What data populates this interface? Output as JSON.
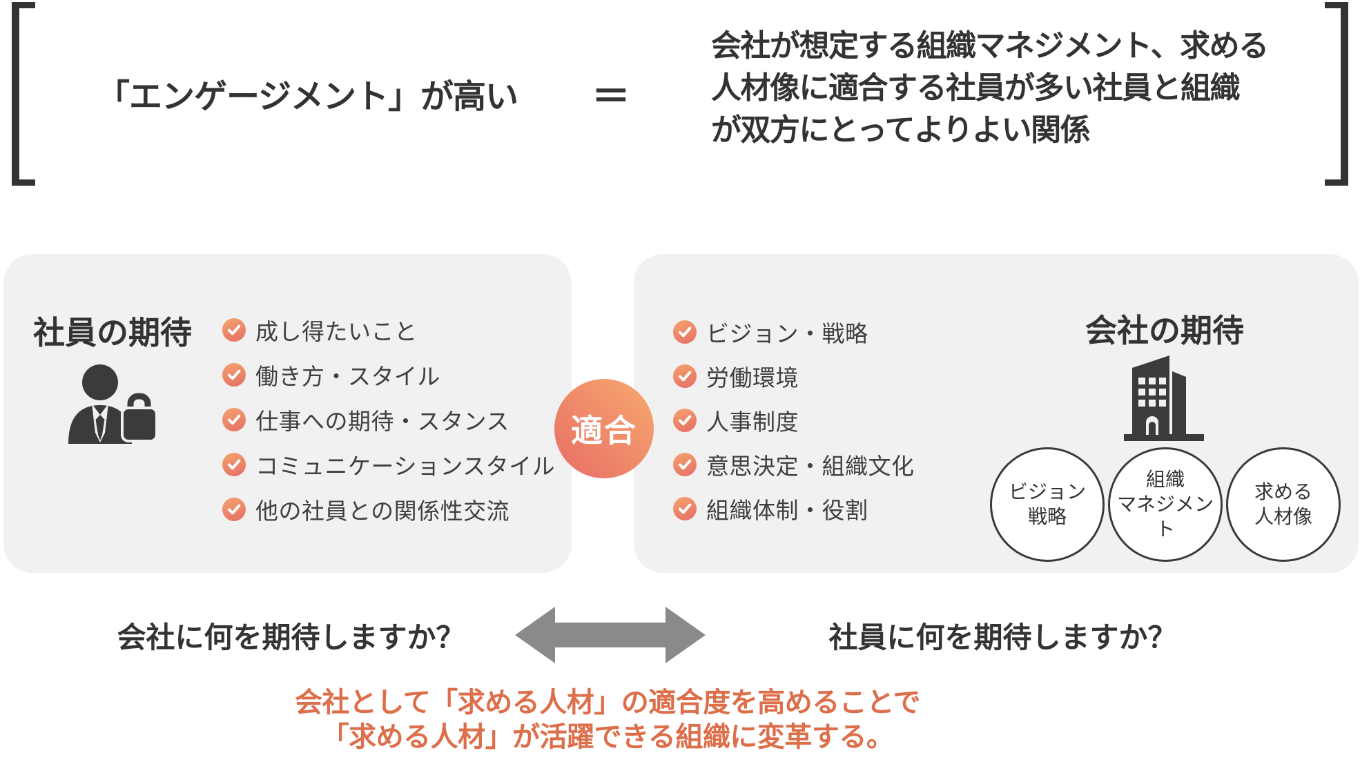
{
  "header": {
    "term": "「エンゲージメント」が高い",
    "equals": "＝",
    "definition_lines": [
      "会社が想定する組織マネジメント、求める",
      "人材像に適合する社員が多い社員と組織",
      "が双方にとってよりよい関係"
    ]
  },
  "employee_panel": {
    "title": "社員の期待",
    "icon": "person-briefcase-icon",
    "items": [
      "成し得たいこと",
      "働き方・スタイル",
      "仕事への期待・スタンス",
      "コミュニケーションスタイル",
      "他の社員との関係性交流"
    ]
  },
  "fit_badge": {
    "label": "適合"
  },
  "company_panel": {
    "title": "会社の期待",
    "icon": "building-icon",
    "items": [
      "ビジョン・戦略",
      "労働環境",
      "人事制度",
      "意思決定・組織文化",
      "組織体制・役割"
    ],
    "circles": [
      {
        "line1": "ビジョン",
        "line2": "戦略"
      },
      {
        "line1": "組織",
        "line2": "マネジメント"
      },
      {
        "line1": "求める",
        "line2": "人材像"
      }
    ]
  },
  "questions": {
    "left": "会社に何を期待しますか？",
    "right": "社員に何を期待しますか？"
  },
  "conclusion": {
    "lines": [
      "会社として「求める人材」の適合度を高めることで",
      "「求める人材」が活躍できる組織に変革する。"
    ]
  },
  "colors": {
    "text_dark": "#333333",
    "panel_bg": "#f1f1f1",
    "arrow_gray": "#8a8a8a",
    "conclusion_orange": "#dd6e4a",
    "check_from": "#f5a36e",
    "check_to": "#e77767",
    "fit_from": "#f7a96f",
    "fit_to": "#e76d65"
  }
}
